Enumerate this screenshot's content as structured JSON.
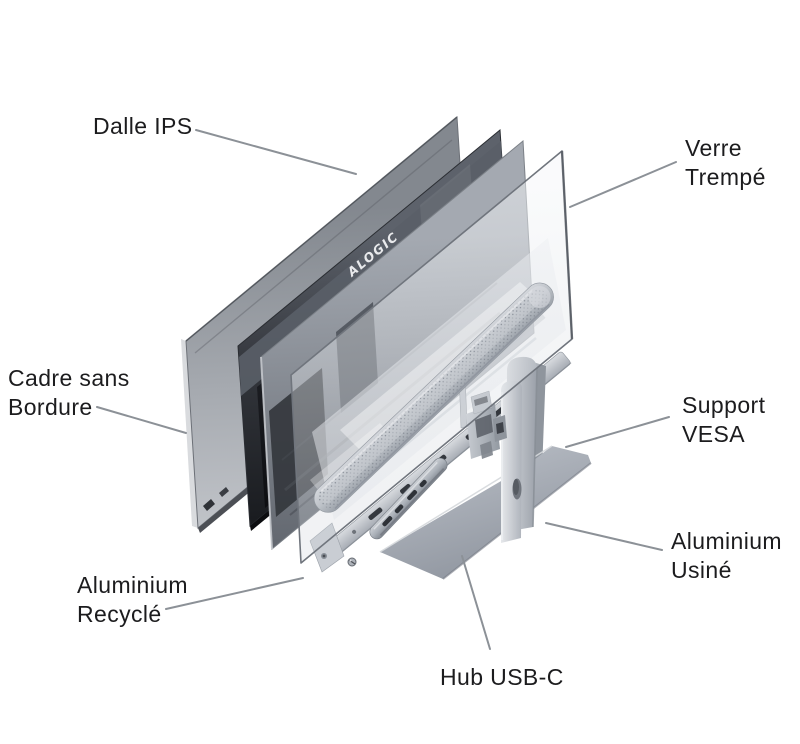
{
  "brand": {
    "logo_text": "ALOGIC"
  },
  "callouts": {
    "dalle_ips": {
      "label": "Dalle IPS"
    },
    "verre_trempe": {
      "line1": "Verre",
      "line2": "Trempé"
    },
    "cadre_sans_bordure": {
      "line1": "Cadre sans",
      "line2": "Bordure"
    },
    "support_vesa": {
      "line1": "Support",
      "line2": "VESA"
    },
    "aluminium_usine": {
      "line1": "Aluminium",
      "line2": "Usiné"
    },
    "aluminium_recycle": {
      "line1": "Aluminium",
      "line2": "Recyclé"
    },
    "hub_usb_c": {
      "label": "Hub USB-C"
    }
  },
  "style": {
    "background": "#ffffff",
    "label_color": "#1c1c1e",
    "leader_line_color": "#8c9197",
    "panel_dark": "#1a1c20",
    "panel_light": "#bfc2c8",
    "metal_gray": "#aab0b8"
  }
}
